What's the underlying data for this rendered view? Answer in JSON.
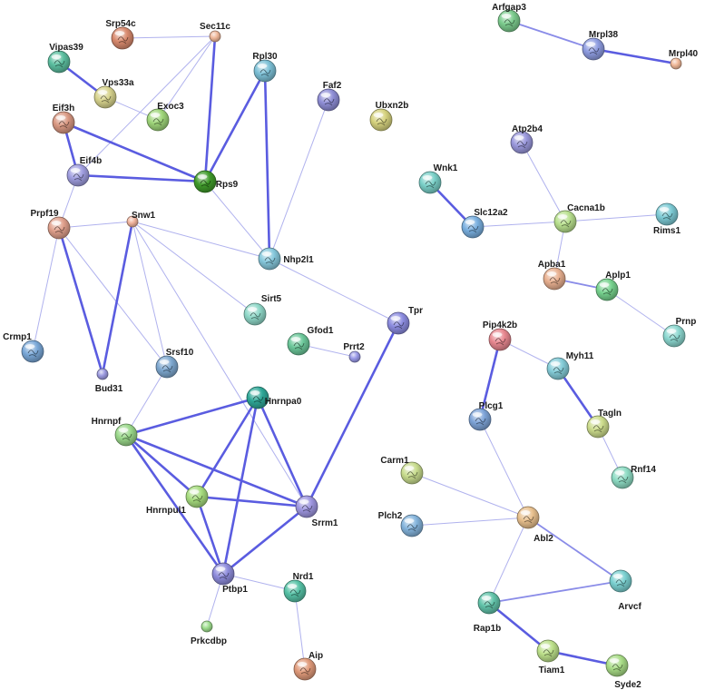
{
  "network": {
    "nodes": [
      {
        "id": "Srp54c",
        "label": "Srp54c",
        "color": "#d98a6e"
      },
      {
        "id": "Sec11c",
        "label": "Sec11c",
        "color": "#f0b89a"
      },
      {
        "id": "Rpl30",
        "label": "Rpl30",
        "color": "#7cc0d6"
      },
      {
        "id": "Vipas39",
        "label": "Vipas39",
        "color": "#5cbfa0"
      },
      {
        "id": "Vps33a",
        "label": "Vps33a",
        "color": "#d8d48e"
      },
      {
        "id": "Exoc3",
        "label": "Exoc3",
        "color": "#9fd67a"
      },
      {
        "id": "Eif3h",
        "label": "Eif3h",
        "color": "#d99882"
      },
      {
        "id": "Faf2",
        "label": "Faf2",
        "color": "#8f8ed6"
      },
      {
        "id": "Ubxn2b",
        "label": "Ubxn2b",
        "color": "#d6d27e"
      },
      {
        "id": "Eif4b",
        "label": "Eif4b",
        "color": "#a09ee0"
      },
      {
        "id": "Rps9",
        "label": "Rps9",
        "color": "#3f9a2a"
      },
      {
        "id": "Prpf19",
        "label": "Prpf19",
        "color": "#e0a08c"
      },
      {
        "id": "Snw1",
        "label": "Snw1",
        "color": "#f0b29c"
      },
      {
        "id": "Nhp2l1",
        "label": "Nhp2l1",
        "color": "#86c8dc"
      },
      {
        "id": "Sirt5",
        "label": "Sirt5",
        "color": "#8fd8c8"
      },
      {
        "id": "Gfod1",
        "label": "Gfod1",
        "color": "#6cc89a"
      },
      {
        "id": "Prrt2",
        "label": "Prrt2",
        "color": "#9a9ae8"
      },
      {
        "id": "Tpr",
        "label": "Tpr",
        "color": "#8c8ce0"
      },
      {
        "id": "Crmp1",
        "label": "Crmp1",
        "color": "#7aa8d8"
      },
      {
        "id": "Bud31",
        "label": "Bud31",
        "color": "#9c9ae0"
      },
      {
        "id": "Srsf10",
        "label": "Srsf10",
        "color": "#7ea8d0"
      },
      {
        "id": "Hnrnpa0",
        "label": "Hnrnpa0",
        "color": "#2fa898"
      },
      {
        "id": "Hnrnpf",
        "label": "Hnrnpf",
        "color": "#9ad88a"
      },
      {
        "id": "Hnrnpul1",
        "label": "Hnrnpul1",
        "color": "#a6dc7e"
      },
      {
        "id": "Srrm1",
        "label": "Srrm1",
        "color": "#9e96e0"
      },
      {
        "id": "Ptbp1",
        "label": "Ptbp1",
        "color": "#8e8cdc"
      },
      {
        "id": "Nrd1",
        "label": "Nrd1",
        "color": "#56c2a6"
      },
      {
        "id": "Prkcdbp",
        "label": "Prkcdbp",
        "color": "#9ede8e"
      },
      {
        "id": "Aip",
        "label": "Aip",
        "color": "#e09a7a"
      },
      {
        "id": "Arfgap3",
        "label": "Arfgap3",
        "color": "#7ccc8e"
      },
      {
        "id": "Mrpl38",
        "label": "Mrpl38",
        "color": "#8e9ce0"
      },
      {
        "id": "Mrpl40",
        "label": "Mrpl40",
        "color": "#f0b898"
      },
      {
        "id": "Atp2b4",
        "label": "Atp2b4",
        "color": "#9a98dc"
      },
      {
        "id": "Wnk1",
        "label": "Wnk1",
        "color": "#7ad0c8"
      },
      {
        "id": "Slc12a2",
        "label": "Slc12a2",
        "color": "#7ab0e0"
      },
      {
        "id": "Cacna1b",
        "label": "Cacna1b",
        "color": "#b8e08e"
      },
      {
        "id": "Rims1",
        "label": "Rims1",
        "color": "#7ccad4"
      },
      {
        "id": "Apba1",
        "label": "Apba1",
        "color": "#e8b090"
      },
      {
        "id": "Aplp1",
        "label": "Aplp1",
        "color": "#76d28e"
      },
      {
        "id": "Prnp",
        "label": "Prnp",
        "color": "#8cd8d0"
      },
      {
        "id": "Pip4k2b",
        "label": "Pip4k2b",
        "color": "#e88890"
      },
      {
        "id": "Myh11",
        "label": "Myh11",
        "color": "#84ccd8"
      },
      {
        "id": "Plcg1",
        "label": "Plcg1",
        "color": "#7ea4d8"
      },
      {
        "id": "Tagln",
        "label": "Tagln",
        "color": "#ccdc8c"
      },
      {
        "id": "Rnf14",
        "label": "Rnf14",
        "color": "#8edcc4"
      },
      {
        "id": "Carm1",
        "label": "Carm1",
        "color": "#c8dc8e"
      },
      {
        "id": "Plch2",
        "label": "Plch2",
        "color": "#84b4dc"
      },
      {
        "id": "Abl2",
        "label": "Abl2",
        "color": "#e8c08e"
      },
      {
        "id": "Arvcf",
        "label": "Arvcf",
        "color": "#7ad0d0"
      },
      {
        "id": "Rap1b",
        "label": "Rap1b",
        "color": "#62c4aa"
      },
      {
        "id": "Tiam1",
        "label": "Tiam1",
        "color": "#bce08a"
      },
      {
        "id": "Syde2",
        "label": "Syde2",
        "color": "#a8dc86"
      }
    ],
    "edges": [
      {
        "source": "Srp54c",
        "target": "Sec11c",
        "strength": "weak"
      },
      {
        "source": "Sec11c",
        "target": "Exoc3",
        "strength": "weak"
      },
      {
        "source": "Sec11c",
        "target": "Rps9",
        "strength": "strong"
      },
      {
        "source": "Sec11c",
        "target": "Eif4b",
        "strength": "weak"
      },
      {
        "source": "Rpl30",
        "target": "Rps9",
        "strength": "strong"
      },
      {
        "source": "Rpl30",
        "target": "Nhp2l1",
        "strength": "strong"
      },
      {
        "source": "Vipas39",
        "target": "Vps33a",
        "strength": "strong"
      },
      {
        "source": "Vps33a",
        "target": "Exoc3",
        "strength": "weak"
      },
      {
        "source": "Eif3h",
        "target": "Eif4b",
        "strength": "strong"
      },
      {
        "source": "Eif3h",
        "target": "Rps9",
        "strength": "strong"
      },
      {
        "source": "Eif4b",
        "target": "Rps9",
        "strength": "strong"
      },
      {
        "source": "Eif4b",
        "target": "Prpf19",
        "strength": "weak"
      },
      {
        "source": "Rps9",
        "target": "Nhp2l1",
        "strength": "weak"
      },
      {
        "source": "Faf2",
        "target": "Nhp2l1",
        "strength": "weak"
      },
      {
        "source": "Prpf19",
        "target": "Snw1",
        "strength": "weak"
      },
      {
        "source": "Prpf19",
        "target": "Bud31",
        "strength": "strong"
      },
      {
        "source": "Prpf19",
        "target": "Crmp1",
        "strength": "weak"
      },
      {
        "source": "Prpf19",
        "target": "Srsf10",
        "strength": "weak"
      },
      {
        "source": "Snw1",
        "target": "Bud31",
        "strength": "strong"
      },
      {
        "source": "Snw1",
        "target": "Srsf10",
        "strength": "weak"
      },
      {
        "source": "Snw1",
        "target": "Nhp2l1",
        "strength": "weak"
      },
      {
        "source": "Snw1",
        "target": "Sirt5",
        "strength": "weak"
      },
      {
        "source": "Snw1",
        "target": "Srrm1",
        "strength": "weak"
      },
      {
        "source": "Nhp2l1",
        "target": "Tpr",
        "strength": "weak"
      },
      {
        "source": "Gfod1",
        "target": "Prrt2",
        "strength": "weak"
      },
      {
        "source": "Tpr",
        "target": "Srrm1",
        "strength": "strong"
      },
      {
        "source": "Srsf10",
        "target": "Hnrnpf",
        "strength": "weak"
      },
      {
        "source": "Hnrnpa0",
        "target": "Hnrnpf",
        "strength": "strong"
      },
      {
        "source": "Hnrnpa0",
        "target": "Hnrnpul1",
        "strength": "strong"
      },
      {
        "source": "Hnrnpa0",
        "target": "Srrm1",
        "strength": "strong"
      },
      {
        "source": "Hnrnpa0",
        "target": "Ptbp1",
        "strength": "strong"
      },
      {
        "source": "Hnrnpf",
        "target": "Hnrnpul1",
        "strength": "strong"
      },
      {
        "source": "Hnrnpf",
        "target": "Srrm1",
        "strength": "strong"
      },
      {
        "source": "Hnrnpf",
        "target": "Ptbp1",
        "strength": "strong"
      },
      {
        "source": "Hnrnpul1",
        "target": "Srrm1",
        "strength": "strong"
      },
      {
        "source": "Hnrnpul1",
        "target": "Ptbp1",
        "strength": "strong"
      },
      {
        "source": "Srrm1",
        "target": "Ptbp1",
        "strength": "strong"
      },
      {
        "source": "Ptbp1",
        "target": "Nrd1",
        "strength": "weak"
      },
      {
        "source": "Ptbp1",
        "target": "Prkcdbp",
        "strength": "weak"
      },
      {
        "source": "Nrd1",
        "target": "Aip",
        "strength": "weak"
      },
      {
        "source": "Arfgap3",
        "target": "Mrpl38",
        "strength": "medium"
      },
      {
        "source": "Mrpl38",
        "target": "Mrpl40",
        "strength": "strong"
      },
      {
        "source": "Atp2b4",
        "target": "Cacna1b",
        "strength": "weak"
      },
      {
        "source": "Wnk1",
        "target": "Slc12a2",
        "strength": "strong"
      },
      {
        "source": "Slc12a2",
        "target": "Cacna1b",
        "strength": "weak"
      },
      {
        "source": "Cacna1b",
        "target": "Rims1",
        "strength": "weak"
      },
      {
        "source": "Cacna1b",
        "target": "Apba1",
        "strength": "weak"
      },
      {
        "source": "Apba1",
        "target": "Aplp1",
        "strength": "medium"
      },
      {
        "source": "Aplp1",
        "target": "Prnp",
        "strength": "weak"
      },
      {
        "source": "Pip4k2b",
        "target": "Myh11",
        "strength": "weak"
      },
      {
        "source": "Pip4k2b",
        "target": "Plcg1",
        "strength": "strong"
      },
      {
        "source": "Myh11",
        "target": "Tagln",
        "strength": "strong"
      },
      {
        "source": "Tagln",
        "target": "Rnf14",
        "strength": "weak"
      },
      {
        "source": "Plcg1",
        "target": "Abl2",
        "strength": "weak"
      },
      {
        "source": "Carm1",
        "target": "Abl2",
        "strength": "weak"
      },
      {
        "source": "Plch2",
        "target": "Abl2",
        "strength": "weak"
      },
      {
        "source": "Abl2",
        "target": "Arvcf",
        "strength": "medium"
      },
      {
        "source": "Abl2",
        "target": "Rap1b",
        "strength": "weak"
      },
      {
        "source": "Rap1b",
        "target": "Arvcf",
        "strength": "medium"
      },
      {
        "source": "Rap1b",
        "target": "Tiam1",
        "strength": "strong"
      },
      {
        "source": "Tiam1",
        "target": "Syde2",
        "strength": "strong"
      }
    ],
    "edge_colors": {
      "strong": "#5a5ce0",
      "medium": "#8a8ce8",
      "weak": "#b0b2ee"
    }
  }
}
